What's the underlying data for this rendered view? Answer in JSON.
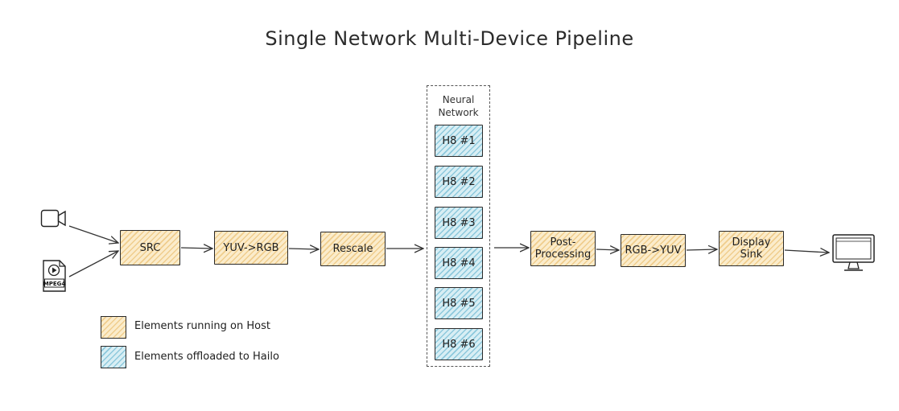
{
  "title": "Single Network Multi-Device Pipeline",
  "nodes": {
    "src": "SRC",
    "yuv_rgb": "YUV->RGB",
    "rescale": "Rescale",
    "post_processing": [
      "Post-",
      "Processing"
    ],
    "rgb_yuv": "RGB->YUV",
    "display_sink": [
      "Display",
      "Sink"
    ]
  },
  "neural_network": {
    "label": [
      "Neural",
      "Network"
    ],
    "devices": [
      "H8 #1",
      "H8 #2",
      "H8 #3",
      "H8 #4",
      "H8 #5",
      "H8 #6"
    ]
  },
  "inputs": {
    "camera": "camera-icon",
    "file": "mpeg-file-icon",
    "file_label": "MPEG4"
  },
  "output": "monitor-icon",
  "legend": {
    "host": "Elements running on Host",
    "hailo": "Elements offloaded to Hailo"
  },
  "colors": {
    "host_fill": "#fbeccb",
    "host_hatch": "#e6b45a",
    "hailo_fill": "#d8eef4",
    "hailo_hatch": "#50aac8",
    "stroke": "#2a2a2a"
  }
}
